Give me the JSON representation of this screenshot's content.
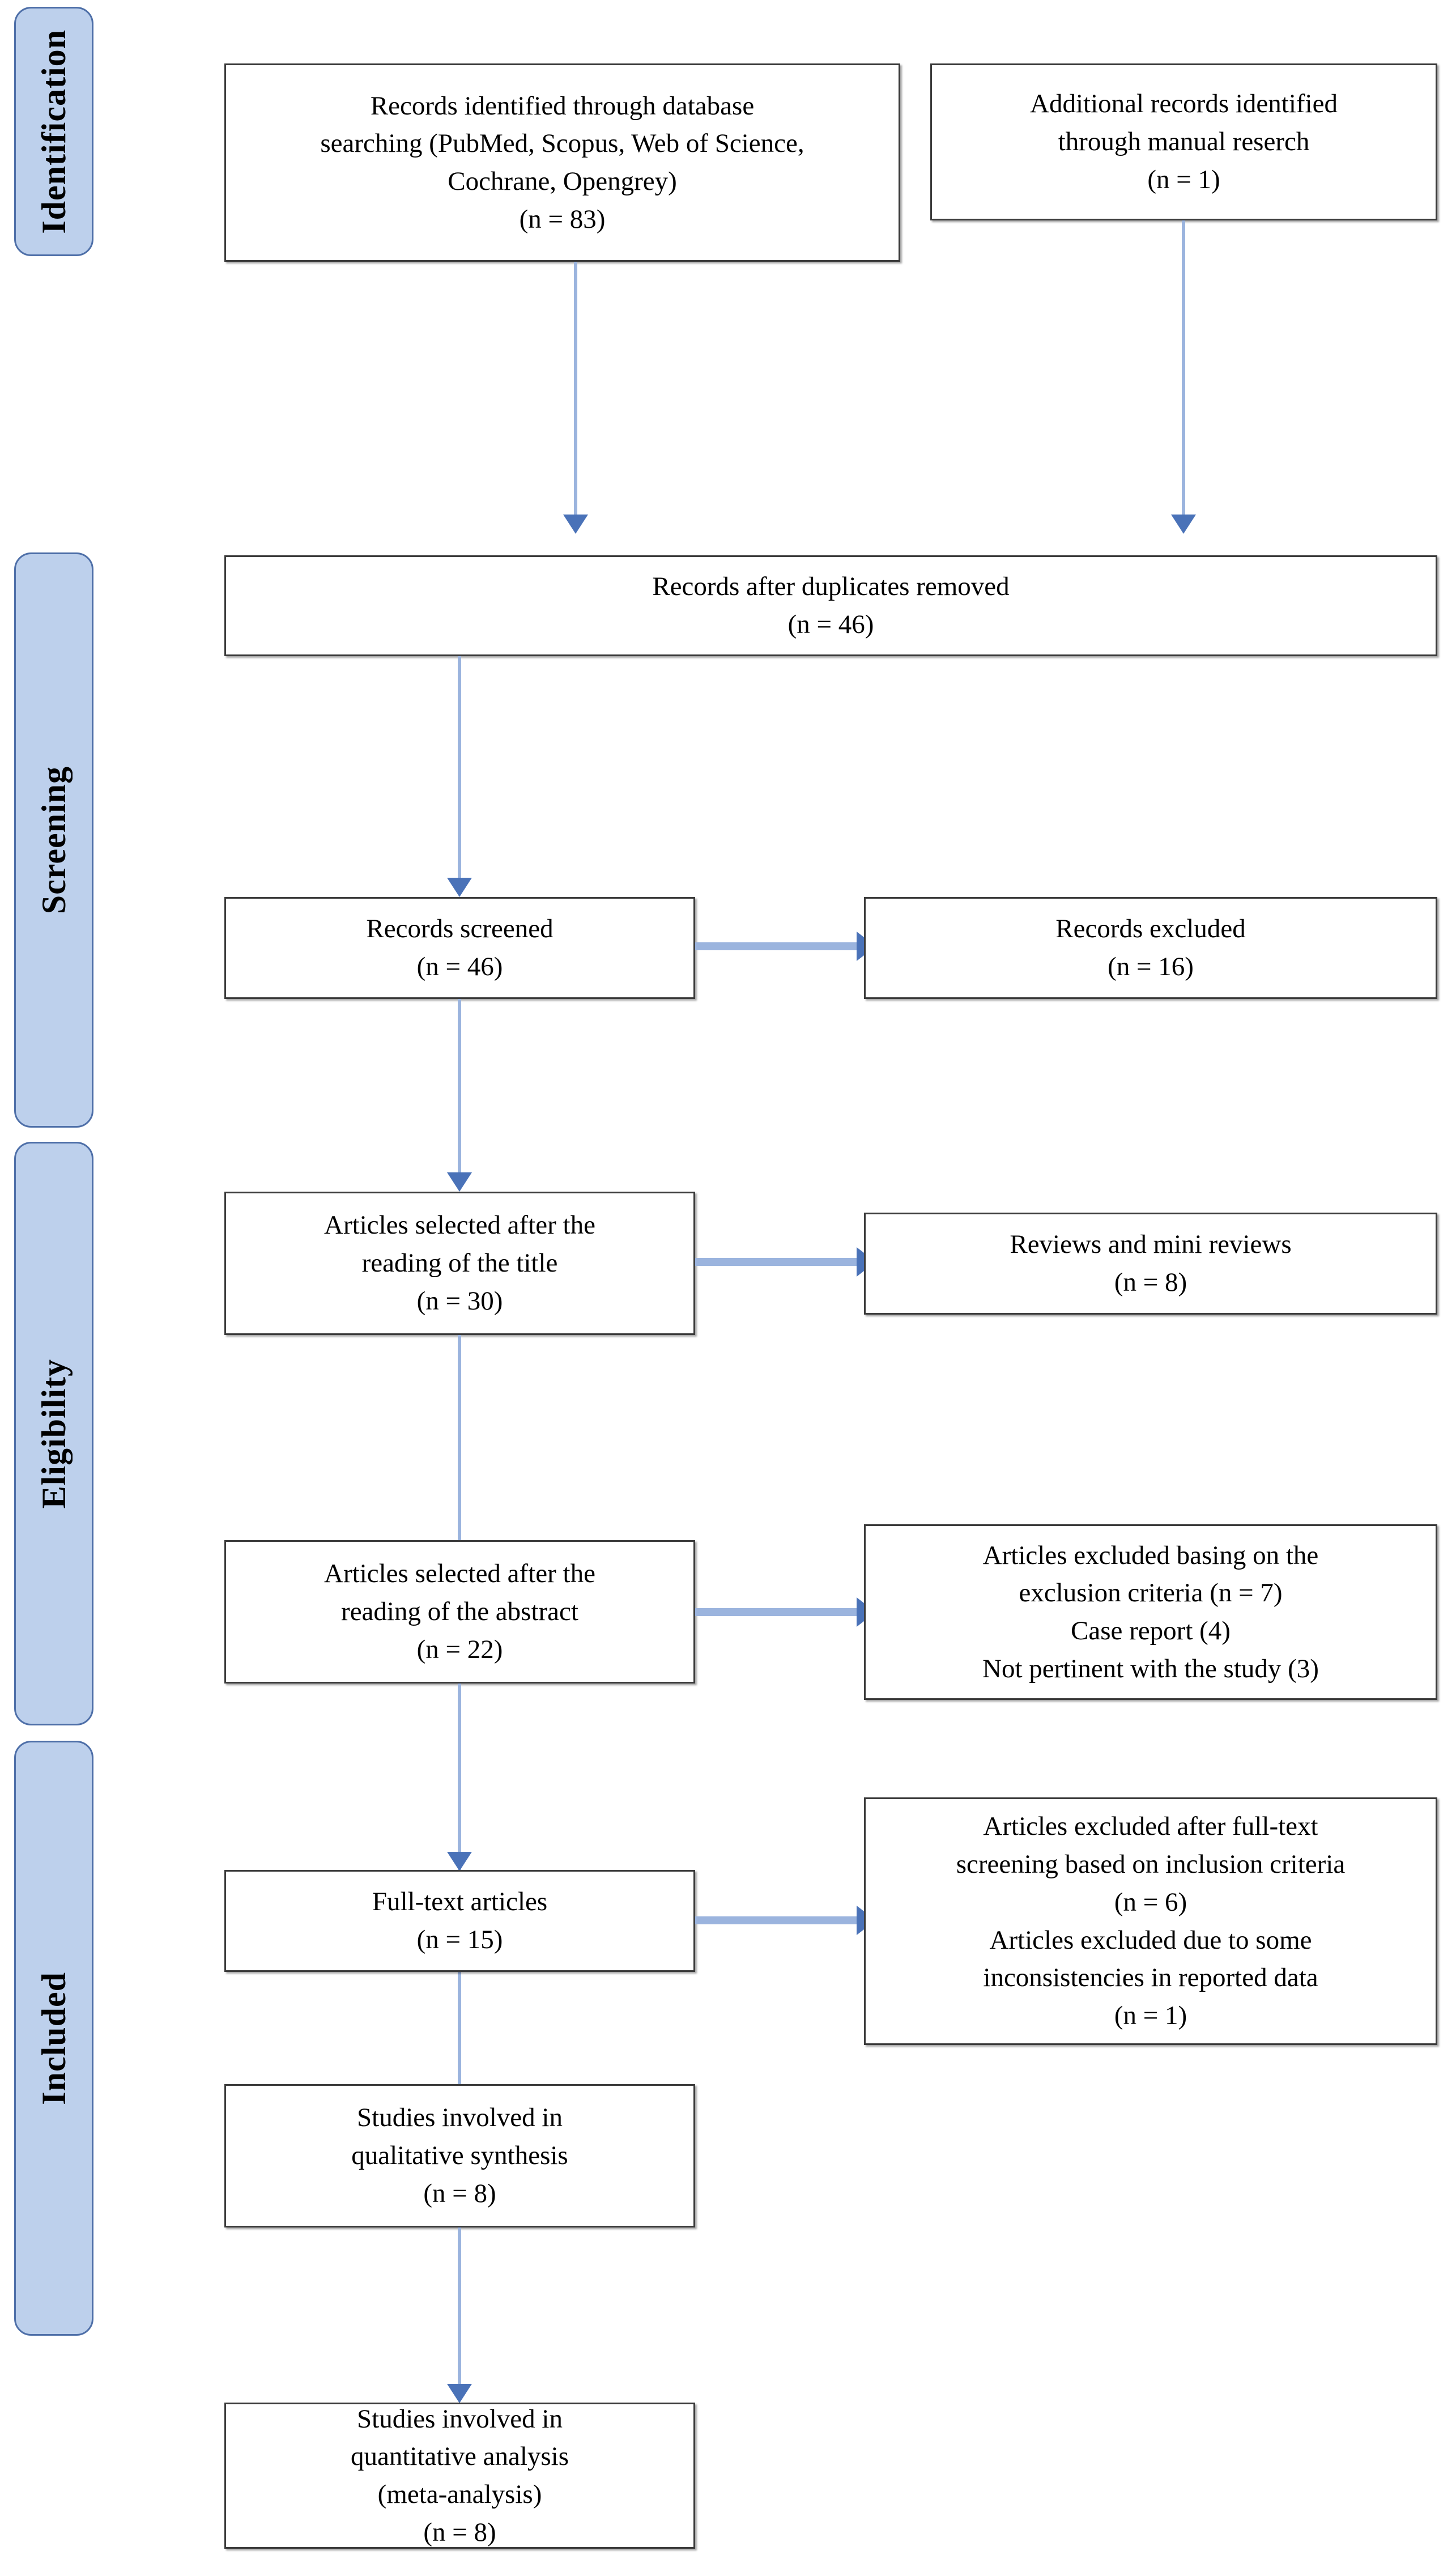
{
  "diagram": {
    "title": "PRISMA flow diagram",
    "colors": {
      "banner_fill": "#bdd0ec",
      "banner_border": "#4e6fa8",
      "box_border": "#3b3b3b",
      "box_fill": "#ffffff",
      "arrow_head": "#4a72b8",
      "arrow_line": "#9bb4de"
    }
  },
  "stages": [
    {
      "label": "Identification"
    },
    {
      "label": "Screening"
    },
    {
      "label": "Eligibility"
    },
    {
      "label": "Included"
    }
  ],
  "boxes": {
    "database_search": {
      "lines": [
        {
          "text": "Records identified through database",
          "italic": false
        },
        {
          "text": "searching (",
          "italic": false
        },
        {
          "text": "PubMed, Scopus, Web of Science,",
          "italic": true
        },
        {
          "text": "Cochrane, Opengrey",
          "italic": true
        },
        {
          "text": ")",
          "italic": false
        },
        {
          "text": "(n = 83)",
          "italic": false
        }
      ],
      "line1": "Records identified through database",
      "line2_prefix": "searching (",
      "line2_italic": "PubMed, Scopus, Web of Science,",
      "line3_italic": "Cochrane, Opengrey",
      "line3_suffix": ")",
      "count": "(n = 83)"
    },
    "manual_search": {
      "line1": "Additional records identified",
      "line2": "through manual reserch",
      "count": "(n = 1)"
    },
    "duplicates_removed": {
      "line1": "Records after duplicates removed",
      "count": "(n = 46)"
    },
    "records_screened": {
      "line1": "Records screened",
      "count": "(n = 46)"
    },
    "records_excluded": {
      "line1": "Records excluded",
      "count": "(n = 16)"
    },
    "title_selected": {
      "line1": "Articles selected after the",
      "line2": "reading of the title",
      "count": "(n = 30)"
    },
    "reviews_excluded": {
      "line1": "Reviews and mini reviews",
      "count": "(n = 8)"
    },
    "abstract_selected": {
      "line1": "Articles selected after the",
      "line2": "reading of the abstract",
      "count": "(n = 22)"
    },
    "criteria_excluded": {
      "line1": "Articles excluded basing on the",
      "line2": "exclusion criteria (n = 7)",
      "line3": "Case report (4)",
      "line4": "Not pertinent with the study (3)"
    },
    "full_text": {
      "line1": "Full-text articles",
      "count": "(n = 15)"
    },
    "full_text_excluded": {
      "line1": "Articles excluded after full-text",
      "line2": "screening based on inclusion criteria",
      "count1": "(n = 6)",
      "line3": "Articles excluded due to some",
      "line4": "inconsistencies in reported data",
      "count2": "(n = 1)"
    },
    "qualitative": {
      "line1": "Studies involved in",
      "line2": "qualitative synthesis",
      "count": "(n = 8)"
    },
    "quantitative": {
      "line1": "Studies involved in",
      "line2": "quantitative analysis",
      "line3": "(meta-analysis)",
      "count": "(n = 8)"
    }
  }
}
